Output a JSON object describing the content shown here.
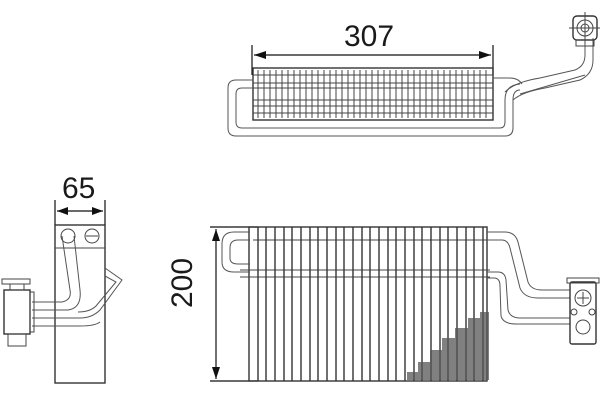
{
  "drawing": {
    "subject": "evaporator",
    "views": [
      {
        "name": "top-view",
        "dimension": {
          "label": "307",
          "orientation": "horizontal"
        }
      },
      {
        "name": "side-view",
        "dimension": {
          "label": "65",
          "orientation": "horizontal"
        }
      },
      {
        "name": "front-view",
        "dimension": {
          "label": "200",
          "orientation": "vertical"
        }
      }
    ]
  },
  "colors": {
    "line": "#444444",
    "dimension": "#111111",
    "background": "#ffffff",
    "fill_dark": "#555555"
  }
}
